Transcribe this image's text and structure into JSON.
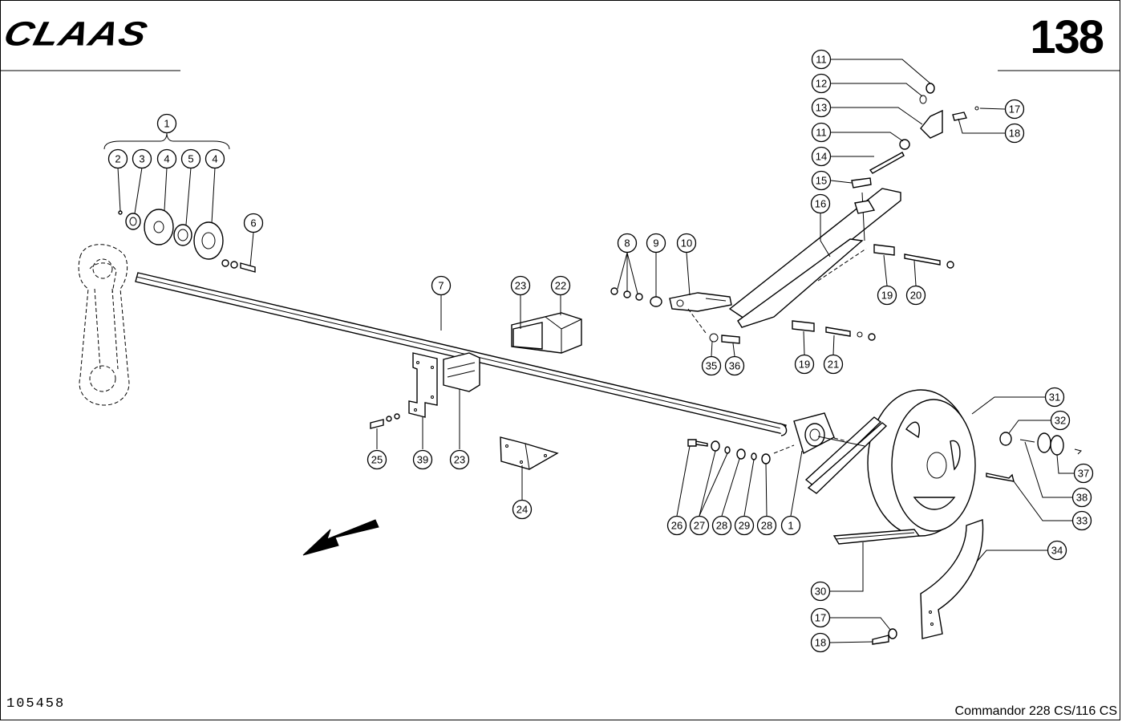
{
  "header": {
    "brand": "CLAAS",
    "page_number": "138"
  },
  "footer": {
    "drawing_number": "105458",
    "model": "Commandor 228 CS/116 CS"
  },
  "callouts": [
    "1",
    "2",
    "3",
    "4",
    "5",
    "4",
    "6",
    "7",
    "23",
    "22",
    "8",
    "9",
    "10",
    "11",
    "12",
    "13",
    "11",
    "14",
    "15",
    "16",
    "17",
    "18",
    "19",
    "20",
    "19",
    "21",
    "35",
    "36",
    "25",
    "39",
    "23",
    "24",
    "26",
    "27",
    "28",
    "29",
    "28",
    "1",
    "31",
    "32",
    "37",
    "38",
    "33",
    "34",
    "30",
    "17",
    "18"
  ]
}
